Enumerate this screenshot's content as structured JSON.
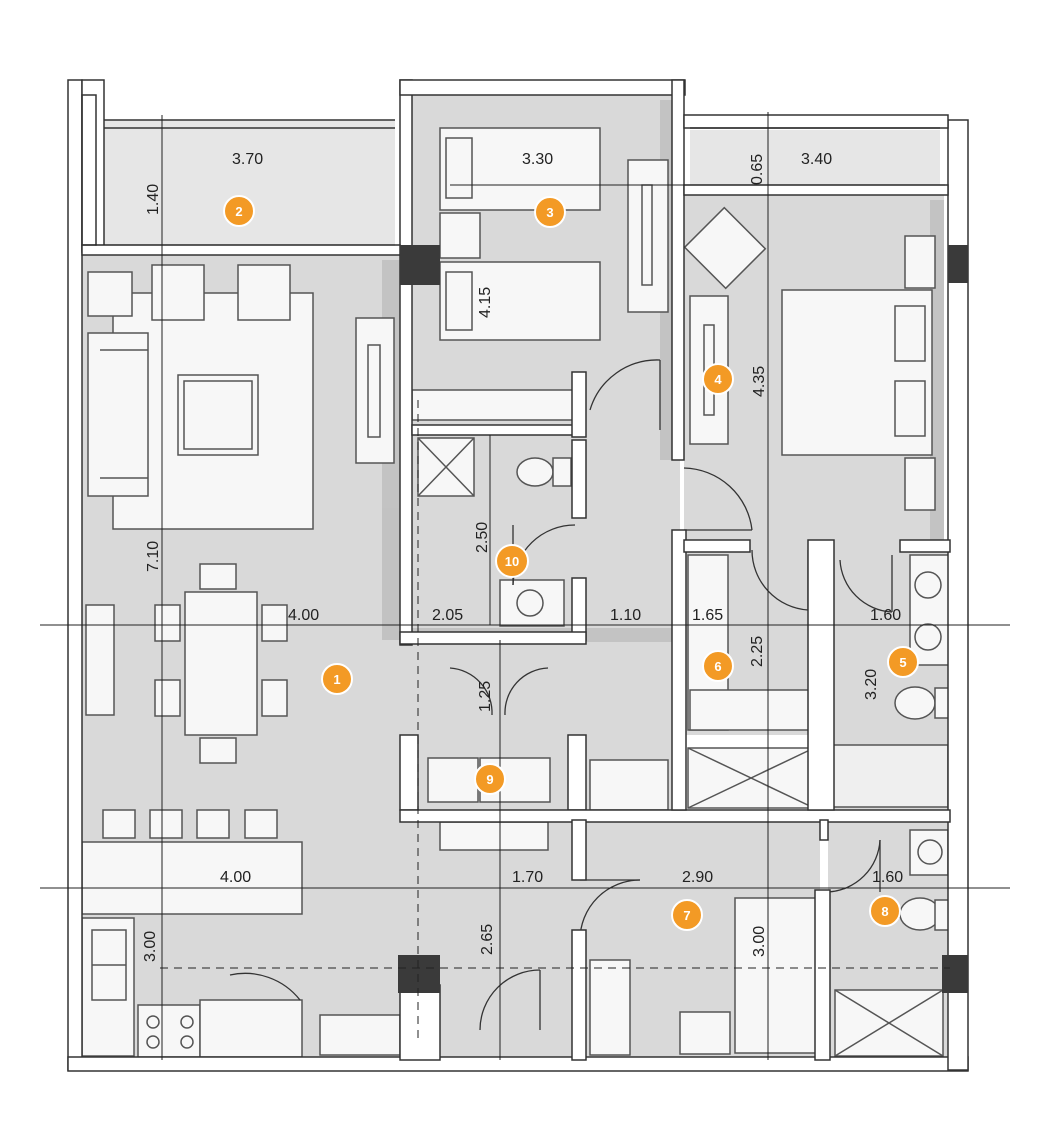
{
  "colors": {
    "floor": "#d9d9d9",
    "balcony": "#e6e6e6",
    "wall": "#ffffff",
    "wall_line": "#333333",
    "furniture": "#f7f7f7",
    "badge": "#f39a25",
    "shadow": "#bdbdbd",
    "pillar": "#3a3a3a"
  },
  "rooms": [
    {
      "id": "room-1",
      "number": "1"
    },
    {
      "id": "room-2",
      "number": "2"
    },
    {
      "id": "room-3",
      "number": "3"
    },
    {
      "id": "room-4",
      "number": "4"
    },
    {
      "id": "room-5",
      "number": "5"
    },
    {
      "id": "room-6",
      "number": "6"
    },
    {
      "id": "room-7",
      "number": "7"
    },
    {
      "id": "room-8",
      "number": "8"
    },
    {
      "id": "room-9",
      "number": "9"
    },
    {
      "id": "room-10",
      "number": "10"
    }
  ],
  "dimensions": [
    "3.70",
    "1.40",
    "3.30",
    "0.65",
    "3.40",
    "4.15",
    "4.35",
    "7.10",
    "2.50",
    "4.00",
    "2.05",
    "1.10",
    "1.65",
    "2.25",
    "1.60",
    "3.20",
    "1.25",
    "4.00",
    "1.70",
    "2.90",
    "1.60",
    "3.00",
    "2.65",
    "3.00"
  ]
}
